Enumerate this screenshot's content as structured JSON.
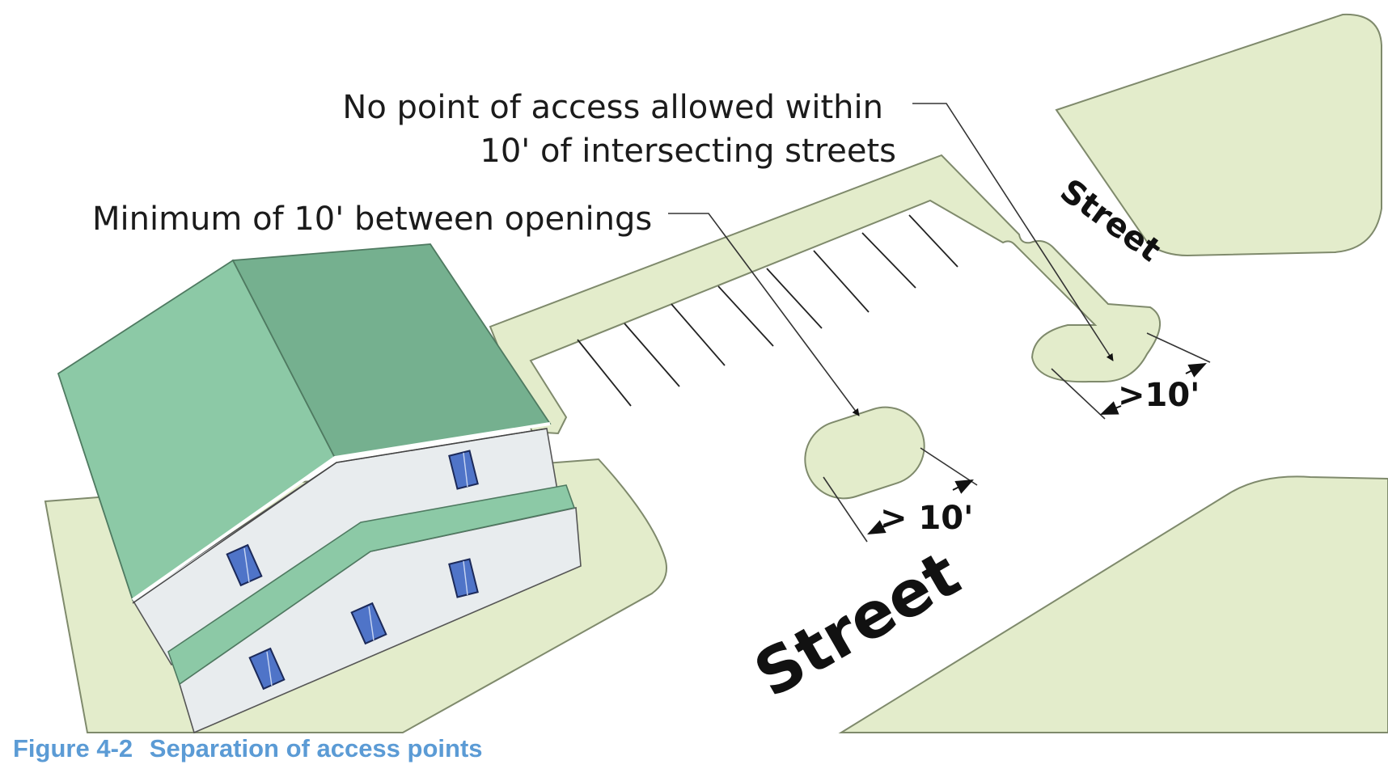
{
  "callouts": {
    "access_line1": "No point of access allowed within",
    "access_line2": "10' of intersecting streets",
    "openings": "Minimum of 10' between openings"
  },
  "streets": {
    "main": "Street",
    "side": "Street"
  },
  "dimensions": {
    "island_gap": "> 10'",
    "corner_gap": ">10'"
  },
  "caption": {
    "number": "Figure 4-2",
    "title": "Separation of access points"
  },
  "colors": {
    "lawn": "#e3eccb",
    "lawn_edge": "#7f8a6c",
    "roof_light": "#8cc9a6",
    "roof_dark": "#75b08f",
    "wall": "#e8ecee",
    "window": "#4f74c8",
    "caption": "#5b9bd5"
  }
}
